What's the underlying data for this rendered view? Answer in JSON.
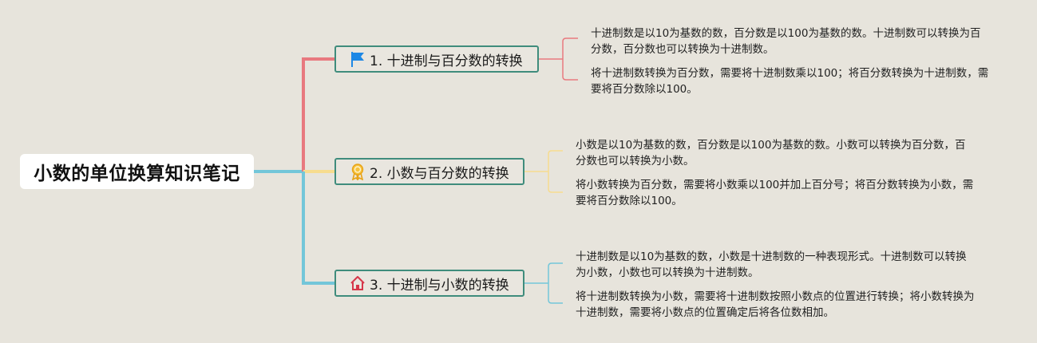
{
  "root": {
    "title": "小数的单位换算知识笔记"
  },
  "branches": [
    {
      "label": "1. 十进制与百分数的转换",
      "icon": "flag-icon",
      "color": "#e8797f",
      "notes": [
        "十进制数是以10为基数的数，百分数是以100为基数的数。十进制数可以转换为百分数，百分数也可以转换为十进制数。",
        "将十进制数转换为百分数，需要将十进制数乘以100；将百分数转换为十进制数，需要将百分数除以100。"
      ]
    },
    {
      "label": "2. 小数与百分数的转换",
      "icon": "award-medal-icon",
      "color": "#f7dc8e",
      "notes": [
        "小数是以10为基数的数，百分数是以100为基数的数。小数可以转换为百分数，百分数也可以转换为小数。",
        "将小数转换为百分数，需要将小数乘以100并加上百分号；将百分数转换为小数，需要将百分数除以100。"
      ]
    },
    {
      "label": "3. 十进制与小数的转换",
      "icon": "home-icon",
      "color": "#73c6d9",
      "notes": [
        "十进制数是以10为基数的数，小数是十进制数的一种表现形式。十进制数可以转换为小数，小数也可以转换为十进制数。",
        "将十进制数转换为小数，需要将十进制数按照小数点的位置进行转换；将小数转换为十进制数，需要将小数点的位置确定后将各位数相加。"
      ]
    }
  ],
  "colors": {
    "background": "#e7e4dc",
    "topic_border": "#3f8c7c",
    "root_link": "#73c6d9"
  }
}
